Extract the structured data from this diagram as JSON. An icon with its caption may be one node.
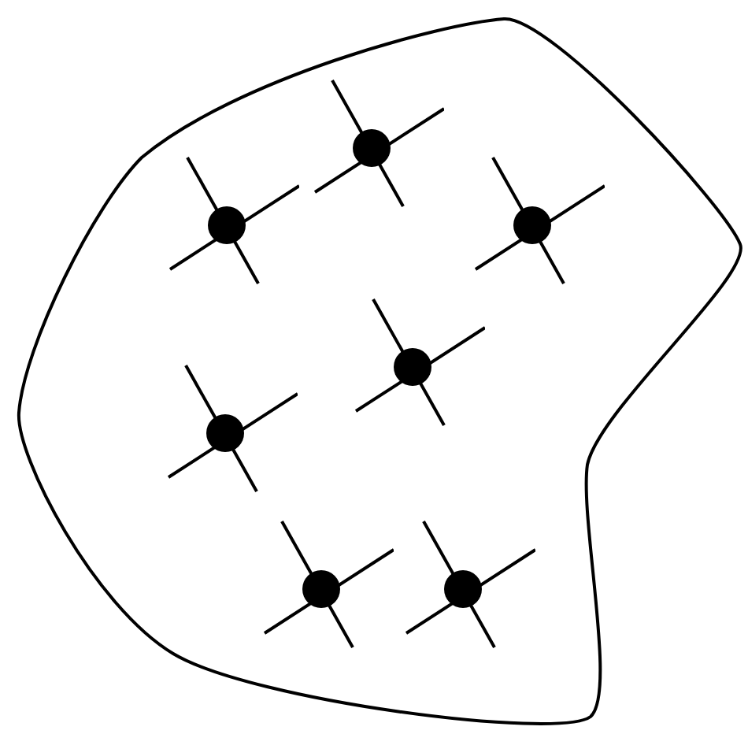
{
  "diagram": {
    "nodes": [
      {
        "text": [],
        "shape": "cloud"
      },
      {
        "text": [],
        "shape": "circle",
        "in": 0
      },
      {
        "text": [],
        "shape": "circle",
        "in": 0
      },
      {
        "text": [],
        "shape": "circle",
        "in": 0
      },
      {
        "text": [],
        "shape": "circle",
        "in": 0
      },
      {
        "text": [],
        "shape": "circle",
        "in": 0
      },
      {
        "text": [],
        "shape": "circle",
        "in": 0
      },
      {
        "text": [],
        "shape": "circle",
        "in": 0
      }
    ]
  }
}
